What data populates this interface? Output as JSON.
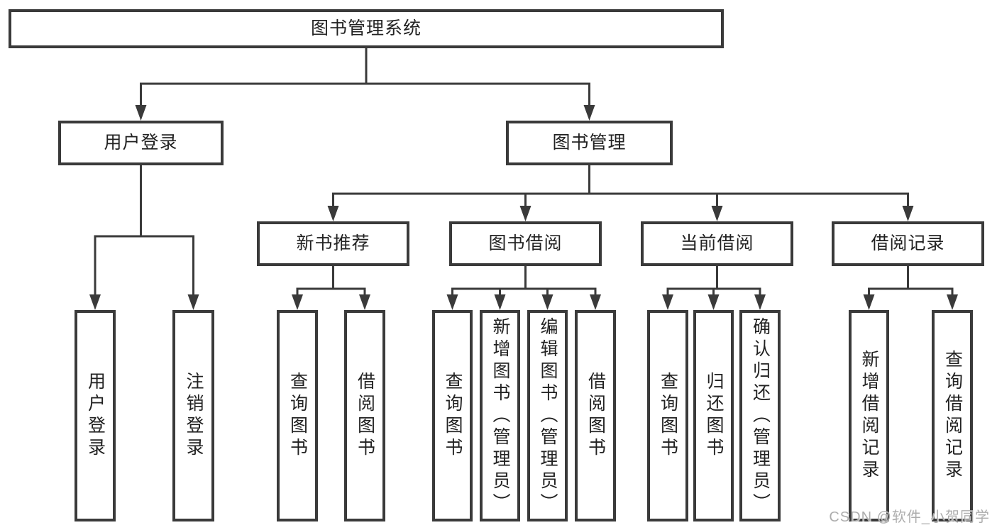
{
  "diagram": {
    "title": "图书管理系统",
    "watermark": "CSDN @软件_小贺同学",
    "colors": {
      "line": "#3a3a3a",
      "text": "#222222",
      "watermark": "#adadad",
      "background": "#ffffff"
    },
    "nodes": {
      "root": {
        "label": "图书管理系统"
      },
      "user_login": {
        "label": "用户登录"
      },
      "book_mgmt": {
        "label": "图书管理"
      },
      "new_book": {
        "label": "新书推荐"
      },
      "book_borrow": {
        "label": "图书借阅"
      },
      "current_borrow": {
        "label": "当前借阅"
      },
      "borrow_record": {
        "label": "借阅记录"
      },
      "user_login_leaf": {
        "label": "用户登录"
      },
      "logout_leaf": {
        "label": "注销登录"
      },
      "nb_query": {
        "label": "查询图书"
      },
      "nb_borrow": {
        "label": "借阅图书"
      },
      "bb_query": {
        "label": "查询图书"
      },
      "bb_add": {
        "label": "新增图书（管理员）"
      },
      "bb_edit": {
        "label": "编辑图书（管理员）"
      },
      "bb_borrow": {
        "label": "借阅图书"
      },
      "cb_query": {
        "label": "查询图书"
      },
      "cb_return": {
        "label": "归还图书"
      },
      "cb_confirm": {
        "label": "确认归还（管理员）"
      },
      "rec_add": {
        "label": "新增借阅记录"
      },
      "rec_query": {
        "label": "查询借阅记录"
      }
    },
    "edges": [
      {
        "parent": "root",
        "children": [
          "user_login",
          "book_mgmt"
        ]
      },
      {
        "parent": "user_login",
        "children": [
          "user_login_leaf",
          "logout_leaf"
        ]
      },
      {
        "parent": "book_mgmt",
        "children": [
          "new_book",
          "book_borrow",
          "current_borrow",
          "borrow_record"
        ]
      },
      {
        "parent": "new_book",
        "children": [
          "nb_query",
          "nb_borrow"
        ]
      },
      {
        "parent": "book_borrow",
        "children": [
          "bb_query",
          "bb_add",
          "bb_edit",
          "bb_borrow"
        ]
      },
      {
        "parent": "current_borrow",
        "children": [
          "cb_query",
          "cb_return",
          "cb_confirm"
        ]
      },
      {
        "parent": "borrow_record",
        "children": [
          "rec_add",
          "rec_query"
        ]
      }
    ]
  }
}
